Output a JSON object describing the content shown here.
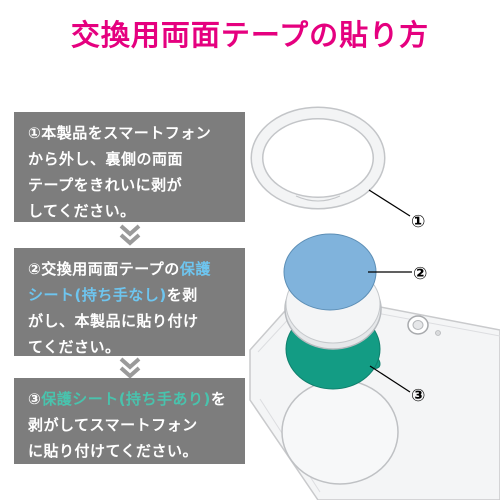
{
  "colors": {
    "title": "#e5007f",
    "box": "#7d7d7d",
    "highlight_teal": "#49c3ad",
    "highlight_blue": "#6ec5ef",
    "disk_blue": "#80b3dc",
    "disk_teal": "#139c84",
    "disk_silver": "#e6e8ea"
  },
  "title": "交換用両面テープの貼り方",
  "steps": [
    {
      "number": "①",
      "lines": [
        "本製品をスマートフォン",
        "から外し、裏側の両面",
        "テープをきれいに剥が",
        "してください。"
      ]
    },
    {
      "number": "②",
      "line1_prefix": "交換用両面テープの",
      "line1_highlight": "保護",
      "line2_highlight": "シート(持ち手なし)",
      "line2_suffix": "を剥",
      "lines_rest": [
        "がし、本製品に貼り付け",
        "てください。"
      ]
    },
    {
      "number": "③",
      "line1_highlight": "保護シート(持ち手あり)",
      "line1_suffix": "を",
      "lines_rest": [
        "剥がしてスマートフォン",
        "に貼り付けてください。"
      ]
    }
  ],
  "callouts": [
    "①",
    "②",
    "③"
  ],
  "icons": {
    "arrow_down": "double-chevron-down-icon"
  }
}
